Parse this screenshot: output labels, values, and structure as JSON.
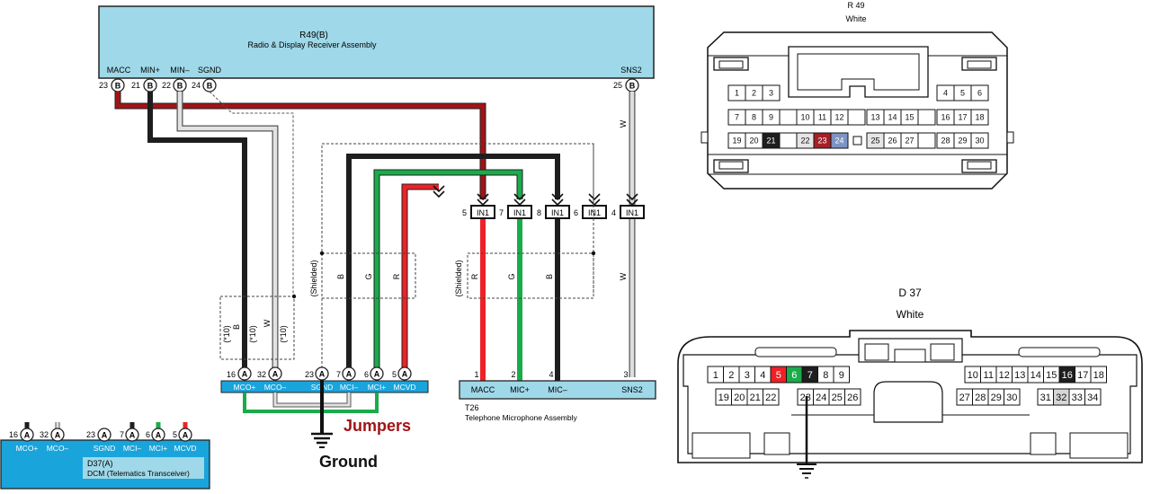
{
  "receiver": {
    "code": "R49(B)",
    "name": "Radio & Display Receiver Assembly",
    "pins": [
      {
        "name": "MACC",
        "num": "23",
        "letter": "B"
      },
      {
        "name": "MIN+",
        "num": "21",
        "letter": "B"
      },
      {
        "name": "MIN–",
        "num": "22",
        "letter": "B"
      },
      {
        "name": "SGND",
        "num": "24",
        "letter": "B"
      },
      {
        "name": "SNS2",
        "num": "25",
        "letter": "B"
      }
    ]
  },
  "mic_assembly": {
    "code": "T26",
    "name": "Telephone Microphone Assembly",
    "pins": [
      {
        "name": "MACC",
        "num": "1"
      },
      {
        "name": "MIC+",
        "num": "2"
      },
      {
        "name": "MIC–",
        "num": "4"
      },
      {
        "name": "SNS2",
        "num": "3"
      }
    ]
  },
  "inline_connectors": [
    {
      "num": "5",
      "label": "IN1"
    },
    {
      "num": "7",
      "label": "IN1"
    },
    {
      "num": "8",
      "label": "IN1"
    },
    {
      "num": "6",
      "label": "IN1"
    },
    {
      "num": "4",
      "label": "IN1"
    }
  ],
  "dcm_mid": {
    "pins": [
      {
        "name": "MCO+",
        "num": "16",
        "letter": "A"
      },
      {
        "name": "MCO–",
        "num": "32",
        "letter": "A"
      },
      {
        "name": "SGND",
        "num": "23",
        "letter": "A"
      },
      {
        "name": "MCI–",
        "num": "7",
        "letter": "A"
      },
      {
        "name": "MCI+",
        "num": "6",
        "letter": "A"
      },
      {
        "name": "MCVD",
        "num": "5",
        "letter": "A"
      }
    ]
  },
  "dcm": {
    "code": "D37(A)",
    "name": "DCM (Telematics Transceiver)",
    "pins": [
      {
        "name": "MCO+",
        "num": "16",
        "letter": "A"
      },
      {
        "name": "MCO–",
        "num": "32",
        "letter": "A"
      },
      {
        "name": "SGND",
        "num": "23",
        "letter": "A"
      },
      {
        "name": "MCI–",
        "num": "7",
        "letter": "A"
      },
      {
        "name": "MCI+",
        "num": "6",
        "letter": "A"
      },
      {
        "name": "MCVD",
        "num": "5",
        "letter": "A"
      }
    ]
  },
  "wire_labels": {
    "left_group": [
      "B",
      "W"
    ],
    "left_group_tags": [
      "(*10)",
      "(*10)",
      "(*10)"
    ],
    "shielded": "(Shielded)",
    "mid_group": [
      "B",
      "G",
      "R"
    ],
    "right_group": [
      "R",
      "G",
      "B"
    ],
    "sns2_wire": [
      "W",
      "W"
    ]
  },
  "annotations": {
    "jumpers": "Jumpers",
    "ground": "Ground"
  },
  "r49_connector": {
    "title": "R 49",
    "color": "White",
    "row1": [
      "1",
      "2",
      "3",
      "4",
      "5",
      "6"
    ],
    "row2": [
      "7",
      "8",
      "9",
      "10",
      "11",
      "12",
      "13",
      "14",
      "15",
      "16",
      "17",
      "18"
    ],
    "row3": [
      "19",
      "20",
      "21",
      "22",
      "23",
      "24",
      "25",
      "26",
      "27",
      "28",
      "29",
      "30"
    ]
  },
  "d37_connector": {
    "title": "D 37",
    "color": "White",
    "row1": [
      "1",
      "2",
      "3",
      "4",
      "5",
      "6",
      "7",
      "8",
      "9",
      "10",
      "11",
      "12",
      "13",
      "14",
      "15",
      "16",
      "17",
      "18"
    ],
    "row2": [
      "19",
      "20",
      "21",
      "22",
      "23",
      "24",
      "25",
      "26",
      "27",
      "28",
      "29",
      "30",
      "31",
      "32",
      "33",
      "34"
    ]
  },
  "colors": {
    "box_fill": "#9fd8e8",
    "dcm_fill": "#1aa4dc",
    "wire_red_dark": "#a01418",
    "wire_red": "#ee2127",
    "wire_green": "#1aab4b",
    "wire_black": "#1e1e1e",
    "wire_white": "#d8d8d8",
    "cavity_blue": "#7d93c4",
    "cavity_red": "#a52027"
  }
}
